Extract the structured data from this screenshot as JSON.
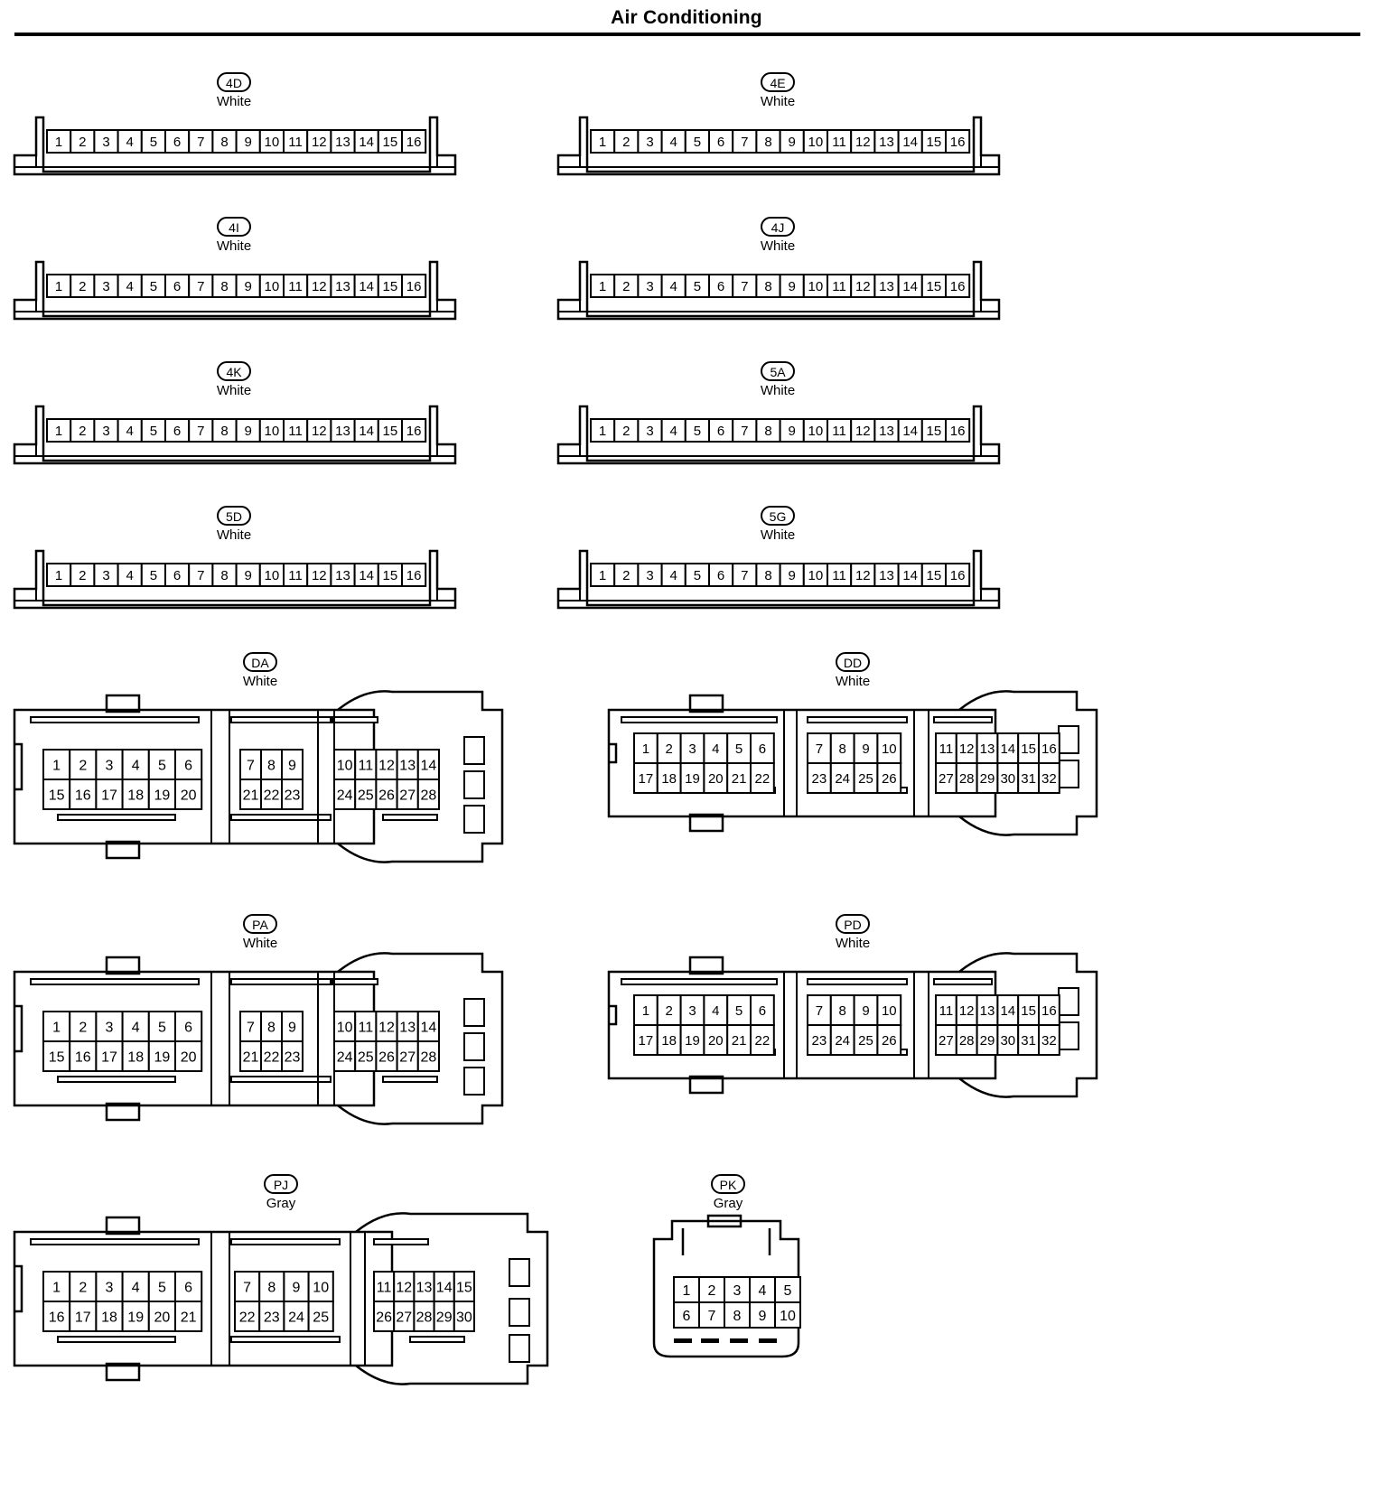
{
  "title": "Air Conditioning",
  "connectors": [
    {
      "id": "4D",
      "color": "White",
      "type": "row16",
      "pins": [
        "1",
        "2",
        "3",
        "4",
        "5",
        "6",
        "7",
        "8",
        "9",
        "10",
        "11",
        "12",
        "13",
        "14",
        "15",
        "16"
      ]
    },
    {
      "id": "4E",
      "color": "White",
      "type": "row16",
      "pins": [
        "1",
        "2",
        "3",
        "4",
        "5",
        "6",
        "7",
        "8",
        "9",
        "10",
        "11",
        "12",
        "13",
        "14",
        "15",
        "16"
      ]
    },
    {
      "id": "4I",
      "color": "White",
      "type": "row16",
      "pins": [
        "1",
        "2",
        "3",
        "4",
        "5",
        "6",
        "7",
        "8",
        "9",
        "10",
        "11",
        "12",
        "13",
        "14",
        "15",
        "16"
      ]
    },
    {
      "id": "4J",
      "color": "White",
      "type": "row16",
      "pins": [
        "1",
        "2",
        "3",
        "4",
        "5",
        "6",
        "7",
        "8",
        "9",
        "10",
        "11",
        "12",
        "13",
        "14",
        "15",
        "16"
      ]
    },
    {
      "id": "4K",
      "color": "White",
      "type": "row16",
      "pins": [
        "1",
        "2",
        "3",
        "4",
        "5",
        "6",
        "7",
        "8",
        "9",
        "10",
        "11",
        "12",
        "13",
        "14",
        "15",
        "16"
      ]
    },
    {
      "id": "5A",
      "color": "White",
      "type": "row16",
      "pins": [
        "1",
        "2",
        "3",
        "4",
        "5",
        "6",
        "7",
        "8",
        "9",
        "10",
        "11",
        "12",
        "13",
        "14",
        "15",
        "16"
      ]
    },
    {
      "id": "5D",
      "color": "White",
      "type": "row16",
      "pins": [
        "1",
        "2",
        "3",
        "4",
        "5",
        "6",
        "7",
        "8",
        "9",
        "10",
        "11",
        "12",
        "13",
        "14",
        "15",
        "16"
      ]
    },
    {
      "id": "5G",
      "color": "White",
      "type": "row16",
      "pins": [
        "1",
        "2",
        "3",
        "4",
        "5",
        "6",
        "7",
        "8",
        "9",
        "10",
        "11",
        "12",
        "13",
        "14",
        "15",
        "16"
      ]
    },
    {
      "id": "DA",
      "color": "White",
      "type": "pin28",
      "left_top": [
        "1",
        "2",
        "3",
        "4",
        "5",
        "6"
      ],
      "left_bottom": [
        "15",
        "16",
        "17",
        "18",
        "19",
        "20"
      ],
      "mid_top": [
        "7",
        "8",
        "9"
      ],
      "mid_bottom": [
        "21",
        "22",
        "23"
      ],
      "right_top": [
        "10",
        "11",
        "12",
        "13",
        "14"
      ],
      "right_bottom": [
        "24",
        "25",
        "26",
        "27",
        "28"
      ]
    },
    {
      "id": "DD",
      "color": "White",
      "type": "pin32",
      "left_top": [
        "1",
        "2",
        "3",
        "4",
        "5",
        "6"
      ],
      "left_bottom": [
        "17",
        "18",
        "19",
        "20",
        "21",
        "22"
      ],
      "mid_top": [
        "7",
        "8",
        "9",
        "10"
      ],
      "mid_bottom": [
        "23",
        "24",
        "25",
        "26"
      ],
      "right_top": [
        "11",
        "12",
        "13",
        "14",
        "15",
        "16"
      ],
      "right_bottom": [
        "27",
        "28",
        "29",
        "30",
        "31",
        "32"
      ]
    },
    {
      "id": "PA",
      "color": "White",
      "type": "pin28",
      "left_top": [
        "1",
        "2",
        "3",
        "4",
        "5",
        "6"
      ],
      "left_bottom": [
        "15",
        "16",
        "17",
        "18",
        "19",
        "20"
      ],
      "mid_top": [
        "7",
        "8",
        "9"
      ],
      "mid_bottom": [
        "21",
        "22",
        "23"
      ],
      "right_top": [
        "10",
        "11",
        "12",
        "13",
        "14"
      ],
      "right_bottom": [
        "24",
        "25",
        "26",
        "27",
        "28"
      ]
    },
    {
      "id": "PD",
      "color": "White",
      "type": "pin32",
      "left_top": [
        "1",
        "2",
        "3",
        "4",
        "5",
        "6"
      ],
      "left_bottom": [
        "17",
        "18",
        "19",
        "20",
        "21",
        "22"
      ],
      "mid_top": [
        "7",
        "8",
        "9",
        "10"
      ],
      "mid_bottom": [
        "23",
        "24",
        "25",
        "26"
      ],
      "right_top": [
        "11",
        "12",
        "13",
        "14",
        "15",
        "16"
      ],
      "right_bottom": [
        "27",
        "28",
        "29",
        "30",
        "31",
        "32"
      ]
    },
    {
      "id": "PJ",
      "color": "Gray",
      "type": "pin30",
      "left_top": [
        "1",
        "2",
        "3",
        "4",
        "5",
        "6"
      ],
      "left_bottom": [
        "16",
        "17",
        "18",
        "19",
        "20",
        "21"
      ],
      "mid_top": [
        "7",
        "8",
        "9",
        "10"
      ],
      "mid_bottom": [
        "22",
        "23",
        "24",
        "25"
      ],
      "right_top": [
        "11",
        "12",
        "13",
        "14",
        "15"
      ],
      "right_bottom": [
        "26",
        "27",
        "28",
        "29",
        "30"
      ]
    },
    {
      "id": "PK",
      "color": "Gray",
      "type": "pin10",
      "top": [
        "1",
        "2",
        "3",
        "4",
        "5"
      ],
      "bottom": [
        "6",
        "7",
        "8",
        "9",
        "10"
      ]
    }
  ]
}
